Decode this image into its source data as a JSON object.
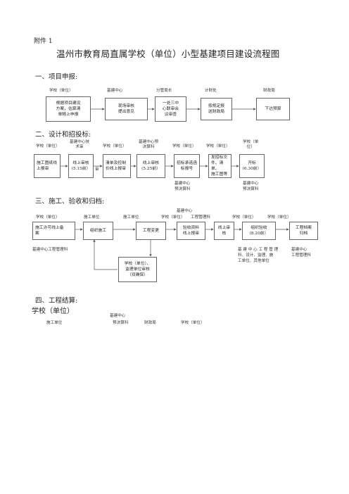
{
  "attachment": "附件 1",
  "title": "温州市教育局直属学校（单位）小型基建项目建设流程图",
  "s1": {
    "heading": "一、项目申报:",
    "labels": [
      "学校（单位）",
      "基建中心",
      "分管局长",
      "计财处",
      "财政局"
    ],
    "boxes": [
      "根据项目建设\n方案，估算清\n单随上申报",
      "现场审核\n提出意见",
      "一处三中\n心联审会\n议审查",
      "按规定报\n送财政局",
      "下达预算"
    ]
  },
  "s2": {
    "heading": "二、设计和招投标:",
    "labels": [
      "学校（单位）",
      "基建中心技\n术审",
      "学校（单位）",
      "基建中心预\n决算科",
      "学校（单位）",
      "学校（单位）",
      "学校（单\n位）"
    ],
    "boxes": [
      "施工图纸线\n上报审",
      "线上审核\n(5.15前）",
      "清单及控制\n价线上报审",
      "线上审核\n(5.25前）",
      "招标承诺函\n标报号",
      "发招标文\n件、清单、\n施工图等",
      "开标\n(6.30前）"
    ],
    "small_mark": "审",
    "notes": [
      "基建中心\n预决算科",
      "基建中心\n预决算科"
    ]
  },
  "s3": {
    "heading": "三、施工、验收和归档:",
    "top_label": "基建中心",
    "labels": [
      "学校（单位）",
      "施工单位",
      "施工单位",
      "学校（单位）",
      "工程管理科",
      "学校（单位）",
      "学校（单位）"
    ],
    "boxes": [
      "施工许可线上备\n案",
      "组织施工",
      "工程变更",
      "验收资料\n线上报审",
      "线上审核",
      "组织验收\n(8.20前）",
      "工程档案\n归档"
    ],
    "sub_box": "学校（单位）、\n监理单位审核\n（双确保）",
    "notes": [
      "基建中心工程管理科",
      "基 建 中 心 工 程 管 理\n科、设计、监理、施\n工单位、其他单位",
      "基建中心\n工程管理科"
    ]
  },
  "s4": {
    "heading": "四、工程结算:",
    "sub_heading": "学校（单位）",
    "top_label": "基建中心",
    "labels": [
      "施工单位",
      "预决算科",
      "财政局",
      "学校（单位）"
    ]
  }
}
